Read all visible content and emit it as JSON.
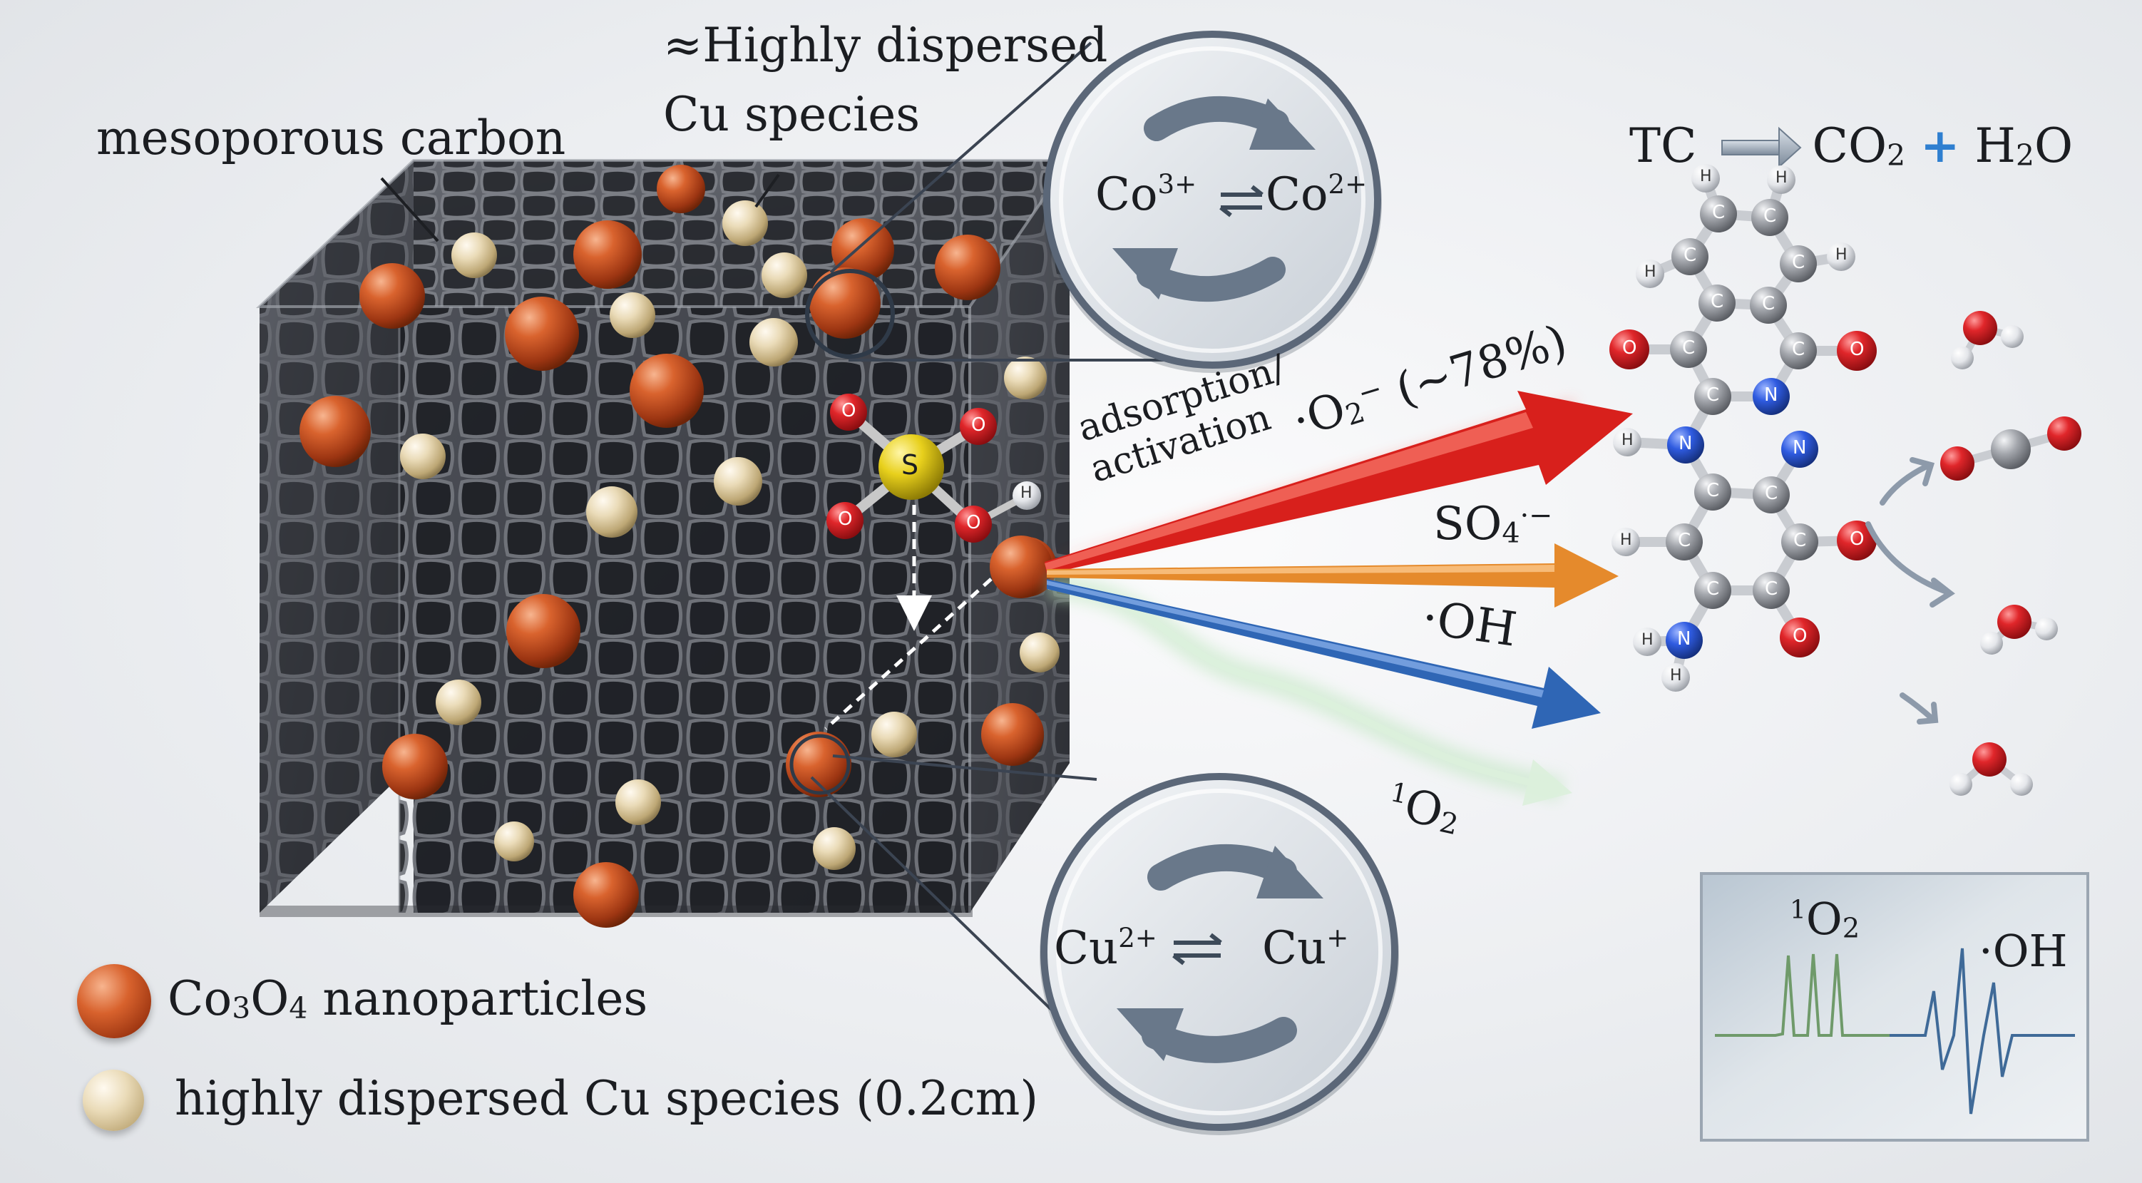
{
  "labels": {
    "mesoporous_carbon": "mesoporous carbon",
    "highly_dispersed_line1": "≈Highly dispersed",
    "highly_dispersed_line2": "Cu species",
    "adsorption_line1": "adsorption/",
    "adsorption_line2": "activation"
  },
  "cobalt_cycle": {
    "left": "Co",
    "left_charge": "3+",
    "right": "Co",
    "right_charge": "2+"
  },
  "copper_cycle": {
    "left": "Cu",
    "left_charge": "2+",
    "right": "Cu",
    "right_charge": "+"
  },
  "reaction": {
    "reactant": "TC",
    "product1_a": "CO",
    "product1_sub": "2",
    "plus": "+",
    "product2_a": "H",
    "product2_sub": "2",
    "product2_b": "O"
  },
  "species": {
    "superoxide_a": "·O",
    "superoxide_sub": "2",
    "superoxide_sup": "−",
    "superoxide_share": "(~78%)",
    "sulfate_a": "SO",
    "sulfate_sub": "4",
    "sulfate_sup": "·−",
    "hydroxyl": "·OH",
    "singlet_sup": "1",
    "singlet_a": "O",
    "singlet_sub": "2"
  },
  "atoms": {
    "sulfur": "S",
    "oxygen": "O",
    "hydrogen": "H",
    "carbon": "C",
    "nitrogen": "N"
  },
  "epr": {
    "singlet_sup": "1",
    "singlet_a": "O",
    "singlet_sub": "2",
    "hydroxyl": "·OH",
    "singlet_trace_color": "#6f9a6a",
    "hydroxyl_trace_color": "#3f6a98"
  },
  "legend": {
    "co_prefix": "Co",
    "co_sub1": "3",
    "co_mid": "O",
    "co_sub2": "4",
    "co_suffix": " nanoparticles",
    "cu_label": "highly dispersed Cu species (0.2cm)"
  },
  "colors": {
    "co3o4": "#c9541f",
    "cu_species": "#e2d2a6",
    "carbon_block": "#45484f",
    "superoxide_arrow": "#d8201c",
    "sulfate_arrow": "#e58a2c",
    "hydroxyl_arrow": "#2f66b5",
    "singlet_arrow": "#bfe6bf",
    "oxygen_atom": "#d81f1f",
    "carbon_atom": "#9a9da3",
    "nitrogen_atom": "#2d58d6",
    "sulfur_atom": "#e6cd18"
  }
}
